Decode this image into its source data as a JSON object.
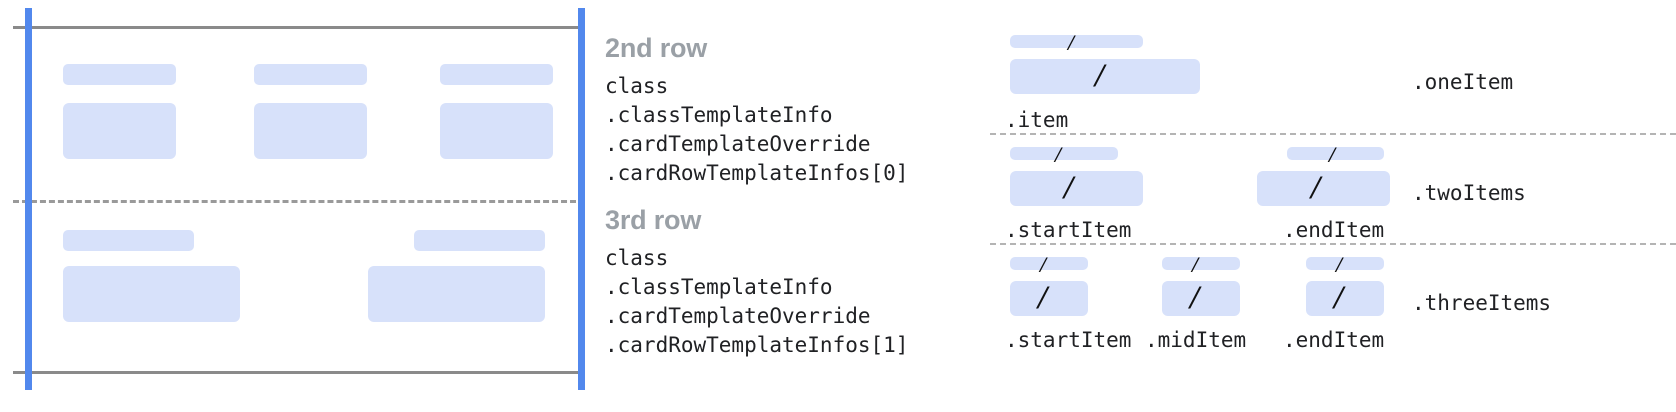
{
  "diagram": {
    "title_unrendered": "",
    "colors": {
      "placeholder_block": "#d7e1fa",
      "guide_blue": "#5288ed",
      "rule_gray": "#8a8a8a",
      "dash_gray": "#9a9a9a",
      "heading_gray": "#9aa0a6",
      "code_text": "#202124"
    }
  },
  "left_panel": {
    "rows": [
      {
        "name": "2nd-row-preview",
        "items": [
          {
            "label_bar": true,
            "content_bar": true
          },
          {
            "label_bar": true,
            "content_bar": true
          },
          {
            "label_bar": true,
            "content_bar": true
          }
        ]
      },
      {
        "name": "3rd-row-preview",
        "items": [
          {
            "label_bar": true,
            "content_bar": true
          },
          {
            "label_bar": true,
            "content_bar": true
          }
        ]
      }
    ]
  },
  "annotations": [
    {
      "heading": "2nd row",
      "code": "class\n.classTemplateInfo\n.cardTemplateOverride\n.cardRowTemplateInfos[0]"
    },
    {
      "heading": "3rd row",
      "code": "class\n.classTemplateInfo\n.cardTemplateOverride\n.cardRowTemplateInfos[1]"
    }
  ],
  "right_panel": {
    "groups": [
      {
        "row_label": ".oneItem",
        "captions": [
          ".item"
        ],
        "slash_glyph": "/"
      },
      {
        "row_label": ".twoItems",
        "captions": [
          ".startItem",
          ".endItem"
        ],
        "slash_glyph": "/"
      },
      {
        "row_label": ".threeItems",
        "captions": [
          ".startItem",
          ".midItem",
          ".endItem"
        ],
        "slash_glyph": "/"
      }
    ]
  }
}
